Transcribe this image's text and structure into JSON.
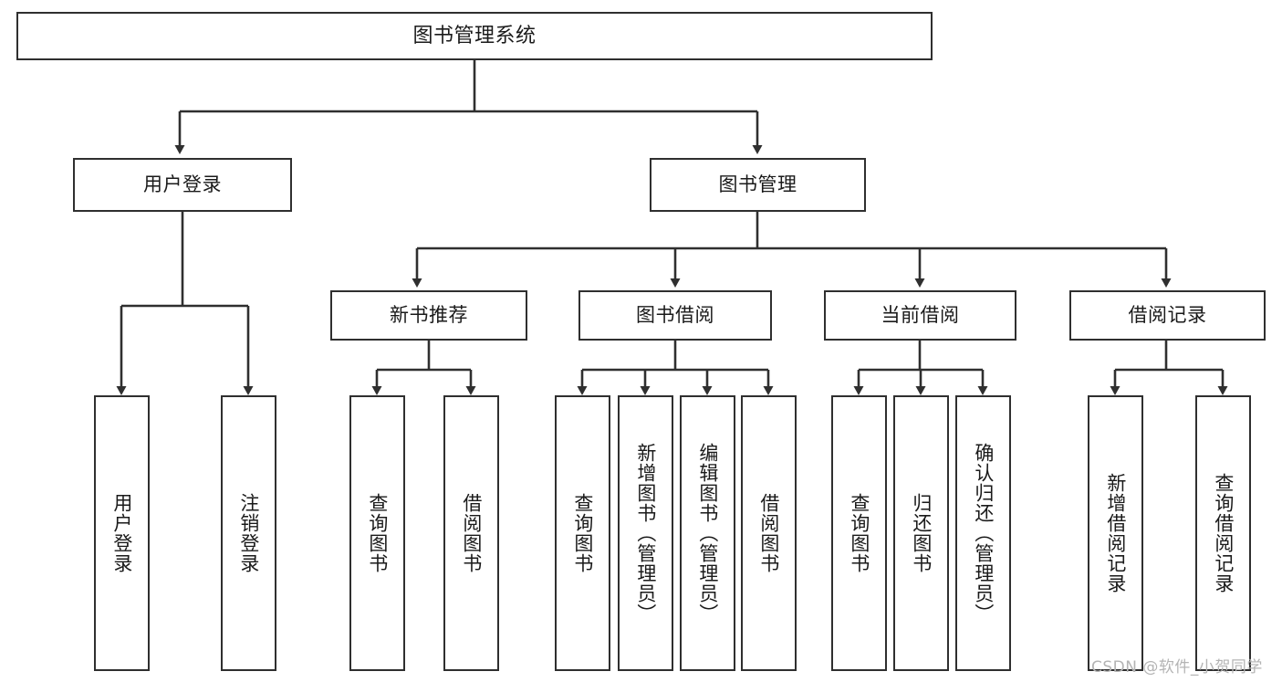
{
  "diagram": {
    "type": "hierarchy-tree",
    "title": "图书管理系统",
    "levels": {
      "root": "图书管理系统",
      "level2": [
        "用户登录",
        "图书管理"
      ],
      "level3": [
        "新书推荐",
        "图书借阅",
        "当前借阅",
        "借阅记录"
      ]
    },
    "nodes": {
      "root": {
        "label": "图书管理系统"
      },
      "user_login": {
        "label": "用户登录"
      },
      "book_manage": {
        "label": "图书管理"
      },
      "new_book_rec": {
        "label": "新书推荐"
      },
      "book_borrow": {
        "label": "图书借阅"
      },
      "current_borrow": {
        "label": "当前借阅"
      },
      "borrow_record": {
        "label": "借阅记录"
      },
      "leaf_user_login": {
        "label": "用户登录"
      },
      "leaf_logout": {
        "label": "注销登录"
      },
      "leaf_query_book_1": {
        "label": "查询图书"
      },
      "leaf_borrow_book_1": {
        "label": "借阅图书"
      },
      "leaf_query_book_2": {
        "label": "查询图书"
      },
      "leaf_add_book": {
        "label": "新增图书（管理员）"
      },
      "leaf_edit_book": {
        "label": "编辑图书（管理员）"
      },
      "leaf_borrow_book_2": {
        "label": "借阅图书"
      },
      "leaf_query_book_3": {
        "label": "查询图书"
      },
      "leaf_return_book": {
        "label": "归还图书"
      },
      "leaf_confirm_return": {
        "label": "确认归还（管理员）"
      },
      "leaf_add_record": {
        "label": "新增借阅记录"
      },
      "leaf_query_record": {
        "label": "查询借阅记录"
      }
    },
    "colors": {
      "stroke": "#2f2f2f",
      "fill": "#ffffff",
      "text": "#1a1a1a",
      "watermark": "#b4b4b4"
    }
  },
  "watermark": {
    "text": "CSDN @软件_小贺同学"
  }
}
